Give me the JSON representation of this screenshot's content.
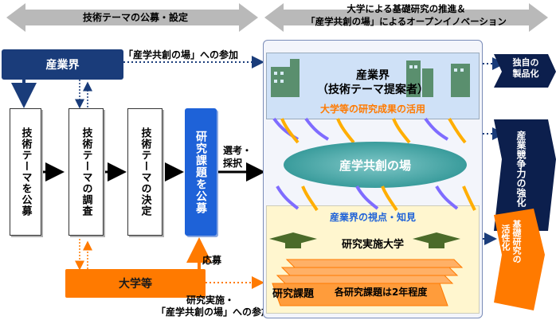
{
  "top_banner_left": "技術テーマの公募・設定",
  "top_banner_right_line1": "大学による基礎研究の推進＆",
  "top_banner_right_line2": "「産学共創の場」によるオープンイノベーション",
  "industry_label": "産業界",
  "participation_label": "「産学共創の場」への参加",
  "step1": "技術テーマを公募",
  "step2": "技術テーマの調査",
  "step3": "技術テーマの決定",
  "step4": "研究課題を公募",
  "selection_line1": "選考・",
  "selection_line2": "採択",
  "apply_label": "応募",
  "university_label": "大学等",
  "bottom_note_line1": "研究実施・",
  "bottom_note_line2": "「産学共創の場」への参加",
  "right_industry_line1": "産業界",
  "right_industry_line2": "（技術テーマ提案者）",
  "utilization_label": "大学等の研究成果の活用",
  "cocreation_label": "産学共創の場",
  "viewpoint_label": "産業界の視点・知見",
  "research_univ_label": "研究実施大学",
  "research_topic_label": "研究課題",
  "research_duration_label": "各研究課題は2年程度",
  "out_product_line1": "独自の",
  "out_product_line2": "製品化",
  "out_compete": "産業競争力の強化",
  "out_activation_line1": "基礎研究の",
  "out_activation_line2": "活性化",
  "colors": {
    "navy": "#1a3c7a",
    "orange": "#ff7a00",
    "blue_box": "#1e62d8",
    "teal": "#3a9c9c",
    "dark_navy": "#0c1f4d"
  }
}
